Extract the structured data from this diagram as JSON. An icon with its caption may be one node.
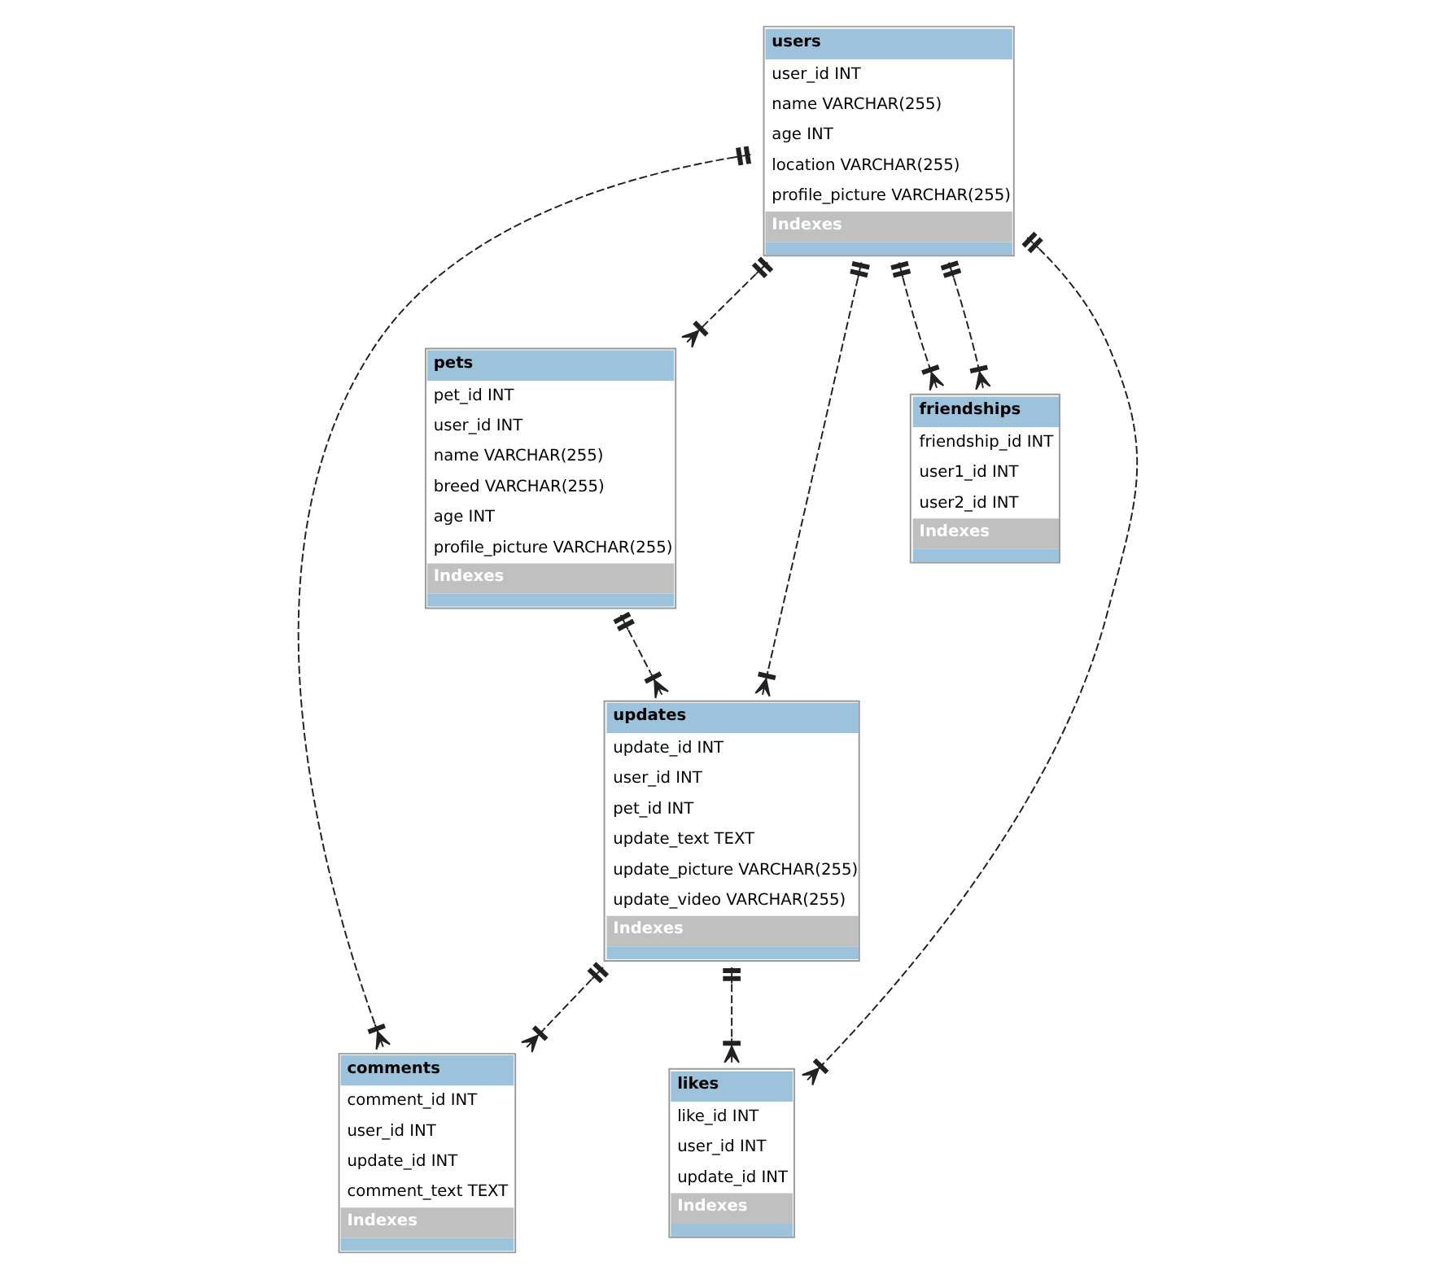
{
  "diagram": {
    "nodes": [
      {
        "text": [
          "comments",
          "comment_id INT",
          "user_id INT",
          "update_id INT",
          "comment_text TEXT",
          "Indexes"
        ]
      },
      {
        "text": [
          "pets",
          "pet_id INT",
          "user_id INT",
          "name VARCHAR(255)",
          "breed VARCHAR(255)",
          "age INT",
          "profile_picture VARCHAR(255)",
          "Indexes"
        ]
      },
      {
        "text": [
          "updates",
          "update_id INT",
          "user_id INT",
          "pet_id INT",
          "update_text TEXT",
          "update_picture VARCHAR(255)",
          "update_video VARCHAR(255)",
          "Indexes"
        ]
      },
      {
        "text": [
          "friendships",
          "friendship_id INT",
          "user1_id INT",
          "user2_id INT",
          "Indexes"
        ]
      },
      {
        "text": [
          "users",
          "user_id INT",
          "name VARCHAR(255)",
          "age INT",
          "location VARCHAR(255)",
          "profile_picture VARCHAR(255)",
          "Indexes"
        ]
      },
      {
        "text": [
          "likes",
          "like_id INT",
          "user_id INT",
          "update_id INT",
          "Indexes"
        ]
      }
    ],
    "edges": [
      {
        "from": 2,
        "to": 0,
        "arrow": "other",
        "style": "dashed"
      },
      {
        "from": 1,
        "to": 2,
        "arrow": "other",
        "style": "dashed"
      },
      {
        "from": 4,
        "to": 0,
        "arrow": "other",
        "style": "dashed"
      },
      {
        "from": 4,
        "to": 1,
        "arrow": "other",
        "style": "dashed"
      },
      {
        "from": 4,
        "to": 3,
        "arrow": "other",
        "style": "dashed"
      },
      {
        "from": 4,
        "to": 3,
        "arrow": "other",
        "style": "dashed"
      },
      {
        "from": 4,
        "to": 2,
        "arrow": "other",
        "style": "dashed"
      },
      {
        "from": 4,
        "to": 5,
        "arrow": "other",
        "style": "dashed"
      },
      {
        "from": 2,
        "to": 5,
        "arrow": "other",
        "style": "dashed"
      }
    ]
  }
}
